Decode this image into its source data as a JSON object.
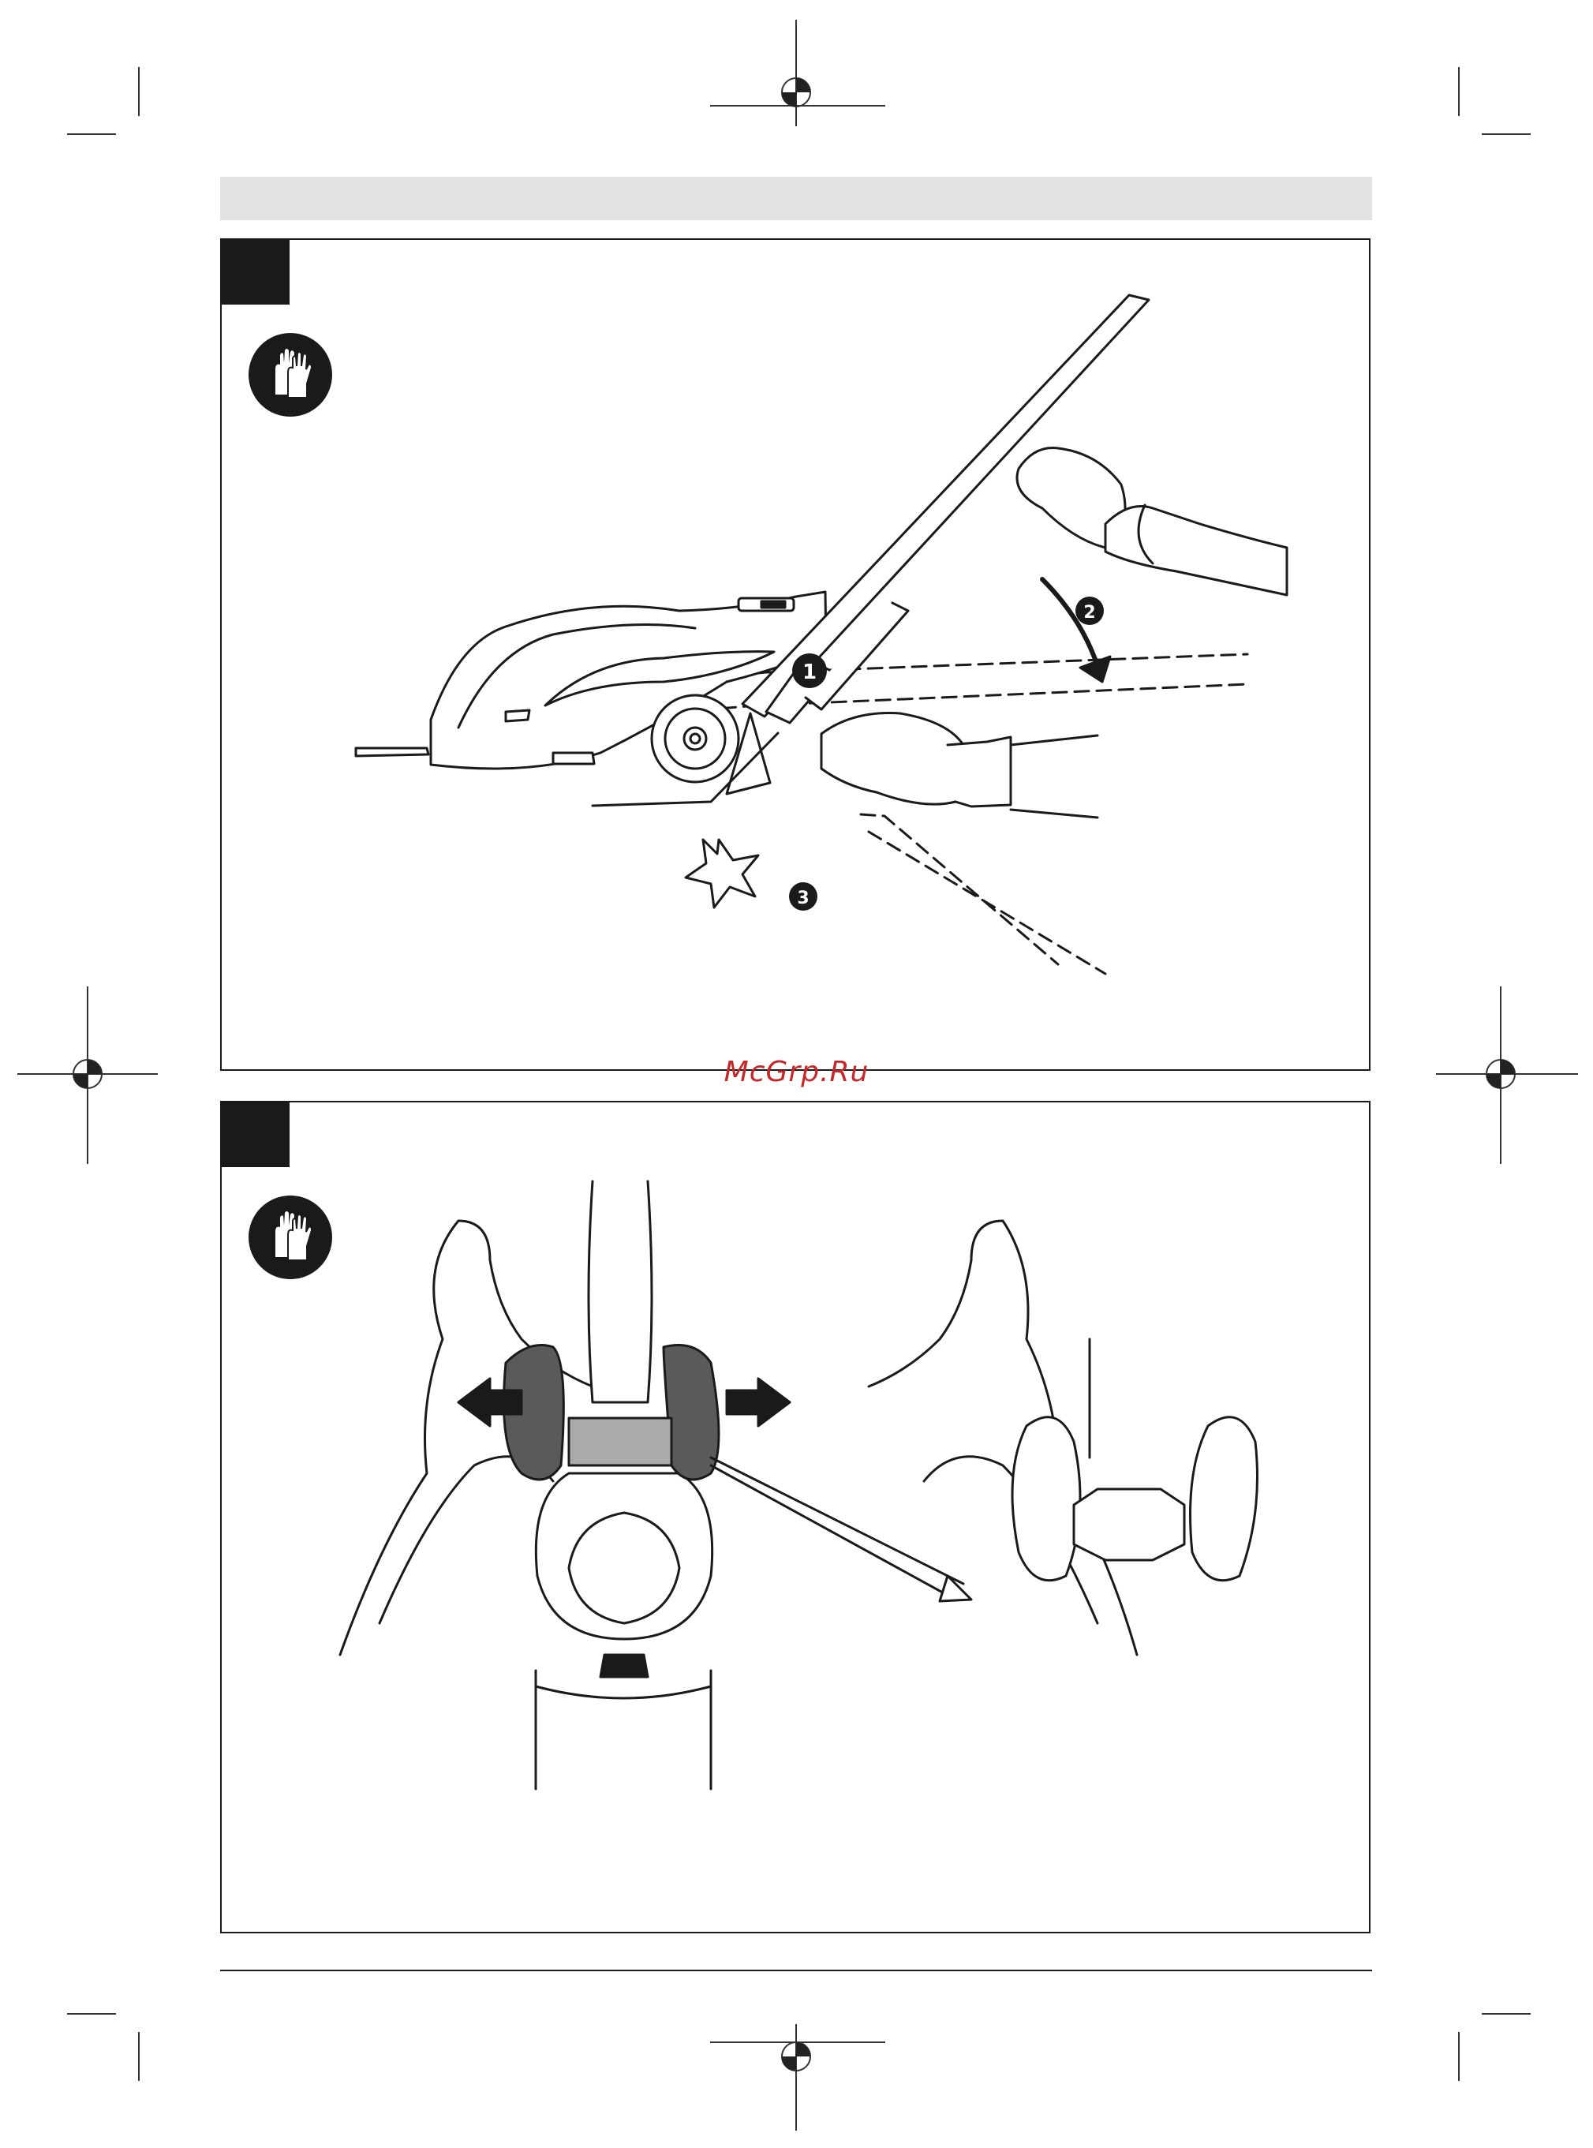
{
  "watermark": "McGrp.Ru",
  "figures": [
    {
      "callouts": [
        "❶",
        "❷",
        "❸"
      ],
      "safety_icon": "protective-gloves-icon"
    },
    {
      "safety_icon": "protective-gloves-icon"
    }
  ],
  "footer": {
    "text": ""
  }
}
